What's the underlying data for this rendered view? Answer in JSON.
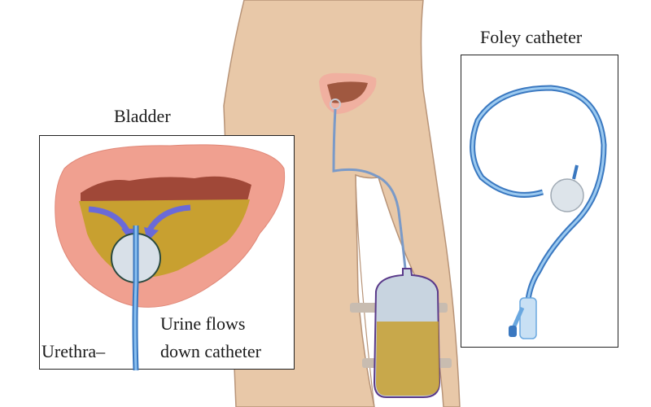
{
  "figure": {
    "title": "Foley catheter urinary drainage illustration",
    "labels": {
      "bladder": "Bladder",
      "foley_catheter": "Foley catheter",
      "urethra": "Urethra–",
      "urine_flow_line1": "Urine flows",
      "urine_flow_line2": "down catheter"
    },
    "colors": {
      "skin": "#e8c8a8",
      "skin_outline": "#b89478",
      "bladder_wall": "#f0a090",
      "bladder_inner": "#a04838",
      "urine": "#c8a030",
      "catheter": "#6aa8e0",
      "catheter_dark": "#3a78c0",
      "balloon": "#d8e0e8",
      "arrow": "#6a6ad8",
      "bag_outline": "#5a3a8a",
      "strap": "#c8bcb0"
    }
  }
}
